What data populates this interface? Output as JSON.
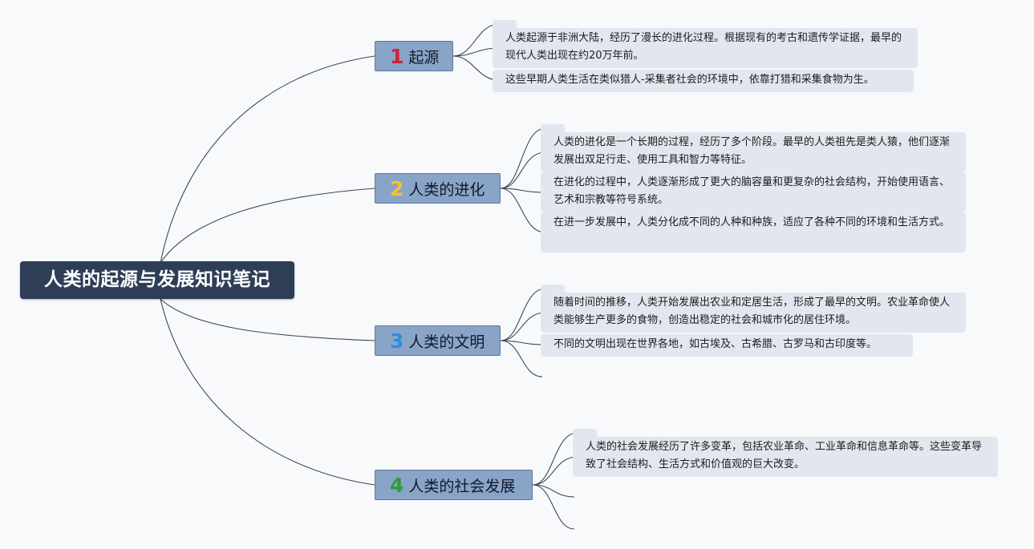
{
  "root": {
    "title": "人类的起源与发展知识笔记"
  },
  "branches": [
    {
      "number": "1",
      "number_color": "#d0213a",
      "title": "起源",
      "notes": [
        "人类起源于非洲大陆，经历了漫长的进化过程。根据现有的考古和遗传学证据，最早的现代人类出现在约20万年前。",
        "这些早期人类生活在类似猎人-采集者社会的环境中，依靠打猎和采集食物为生。"
      ]
    },
    {
      "number": "2",
      "number_color": "#f2c230",
      "title": "人类的进化",
      "notes": [
        "人类的进化是一个长期的过程，经历了多个阶段。最早的人类祖先是类人猿，他们逐渐发展出双足行走、使用工具和智力等特征。",
        "在进化的过程中，人类逐渐形成了更大的脑容量和更复杂的社会结构，开始使用语言、艺术和宗教等符号系统。",
        "在进一步发展中，人类分化成不同的人种和种族，适应了各种不同的环境和生活方式。"
      ]
    },
    {
      "number": "3",
      "number_color": "#2b8fd8",
      "title": "人类的文明",
      "notes": [
        "随着时间的推移，人类开始发展出农业和定居生活，形成了最早的文明。农业革命使人类能够生产更多的食物，创造出稳定的社会和城市化的居住环境。",
        "不同的文明出现在世界各地，如古埃及、古希腊、古罗马和古印度等。"
      ]
    },
    {
      "number": "4",
      "number_color": "#2e9d3a",
      "title": "人类的社会发展",
      "notes": [
        "人类的社会发展经历了许多变革，包括农业革命、工业革命和信息革命等。这些变革导致了社会结构、生活方式和价值观的巨大改变。"
      ]
    }
  ]
}
